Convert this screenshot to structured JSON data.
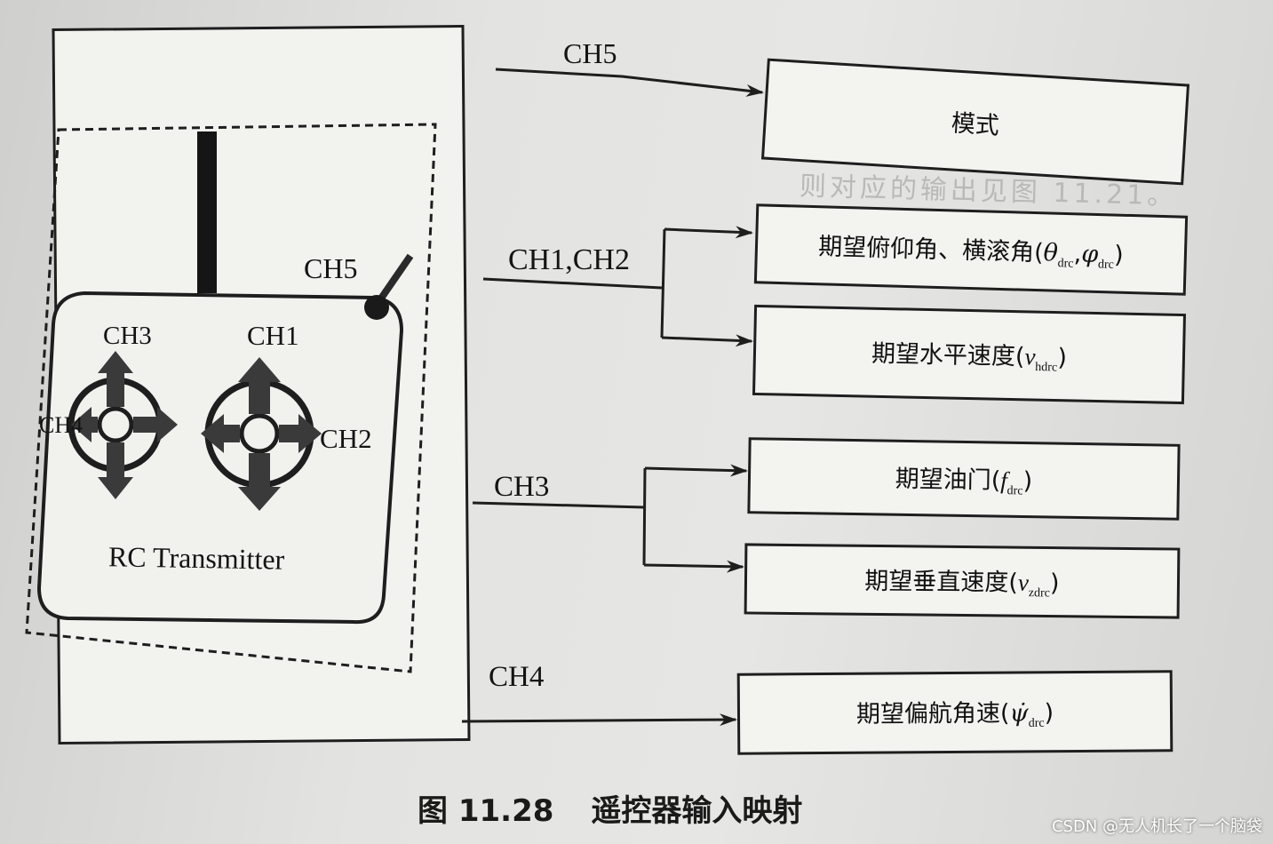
{
  "figure": {
    "caption_number": "图 11.28",
    "caption_title": "遥控器输入映射"
  },
  "transmitter": {
    "title": "RC Transmitter",
    "switch_label": "CH5",
    "left_stick_top_label": "CH3",
    "left_stick_side_label": "CH4",
    "right_stick_top_label": "CH1",
    "right_stick_side_label": "CH2"
  },
  "mappings": [
    {
      "channel": "CH5",
      "targets": [
        "模式"
      ]
    },
    {
      "channel": "CH1,CH2",
      "targets": [
        "期望俯仰角、横滚角(θdrc,φdrc)",
        "期望水平速度(vhdrc)"
      ]
    },
    {
      "channel": "CH3",
      "targets": [
        "期望油门(fdrc)",
        "期望垂直速度(vzdrc)"
      ]
    },
    {
      "channel": "CH4",
      "targets": [
        "期望偏航角速(ψ̇drc)"
      ]
    }
  ],
  "boxes": {
    "mode": "模式",
    "pitch_roll_prefix": "期望俯仰角、横滚角(",
    "theta": "θ",
    "phi": "φ",
    "sub_drc": "drc",
    "horiz_prefix": "期望水平速度(",
    "v": "v",
    "sub_hdrc": "hdrc",
    "throttle_prefix": "期望油门(",
    "f": "f",
    "vert_prefix": "期望垂直速度(",
    "sub_zdrc": "zdrc",
    "yaw_prefix": "期望偏航角速(",
    "psi_dot": "ψ̇",
    "comma": ",",
    "close": ")"
  },
  "watermark": "CSDN @无人机长了一个脑袋",
  "colors": {
    "ink": "#1e1e1e",
    "paper": "#f2f2ef",
    "background_page": "#e3e3e1"
  }
}
